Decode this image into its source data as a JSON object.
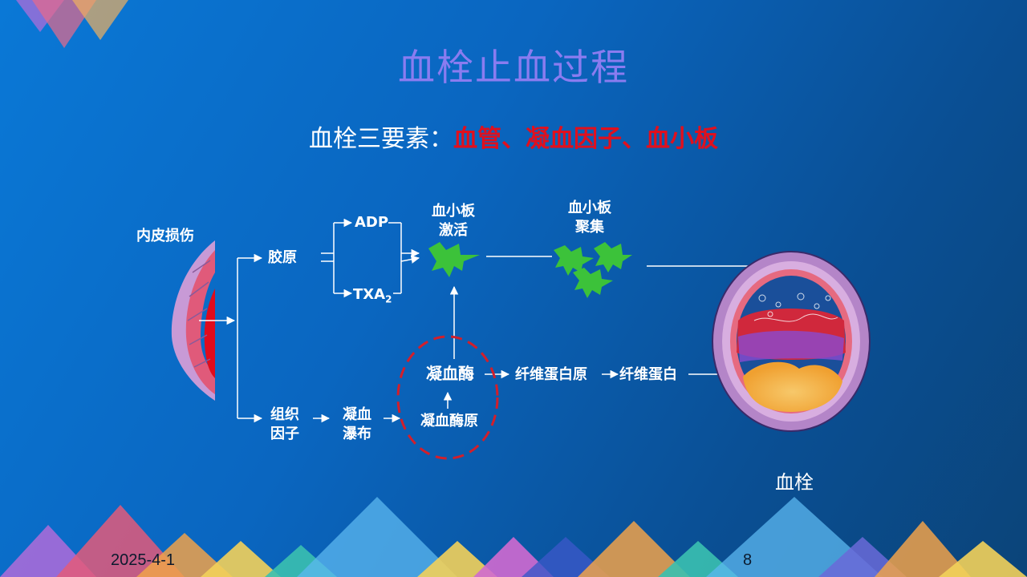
{
  "slide": {
    "title": "血栓止血过程",
    "subtitle_prefix": "血栓三要素：",
    "subtitle_highlight": "血管、凝血因子、血小板"
  },
  "diagram": {
    "endothelial_injury": "内皮损伤",
    "collagen": "胶原",
    "adp": "ADP",
    "txa2_main": "TXA",
    "txa2_sub": "2",
    "platelet_activation_1": "血小板",
    "platelet_activation_2": "激活",
    "platelet_aggregation_1": "血小板",
    "platelet_aggregation_2": "聚集",
    "tissue_factor_1": "组织",
    "tissue_factor_2": "因子",
    "coag_cascade_1": "凝血",
    "coag_cascade_2": "瀑布",
    "thrombin": "凝血酶",
    "prothrombin": "凝血酶原",
    "fibrinogen": "纤维蛋白原",
    "fibrin": "纤维蛋白",
    "thrombus_caption": "血栓"
  },
  "footer": {
    "date": "2025-4-1",
    "page": "8"
  },
  "colors": {
    "title": "#8a7cf0",
    "highlight": "#e0101e",
    "platelet": "#3cc23a",
    "dashed_circle": "#d21f2b"
  }
}
